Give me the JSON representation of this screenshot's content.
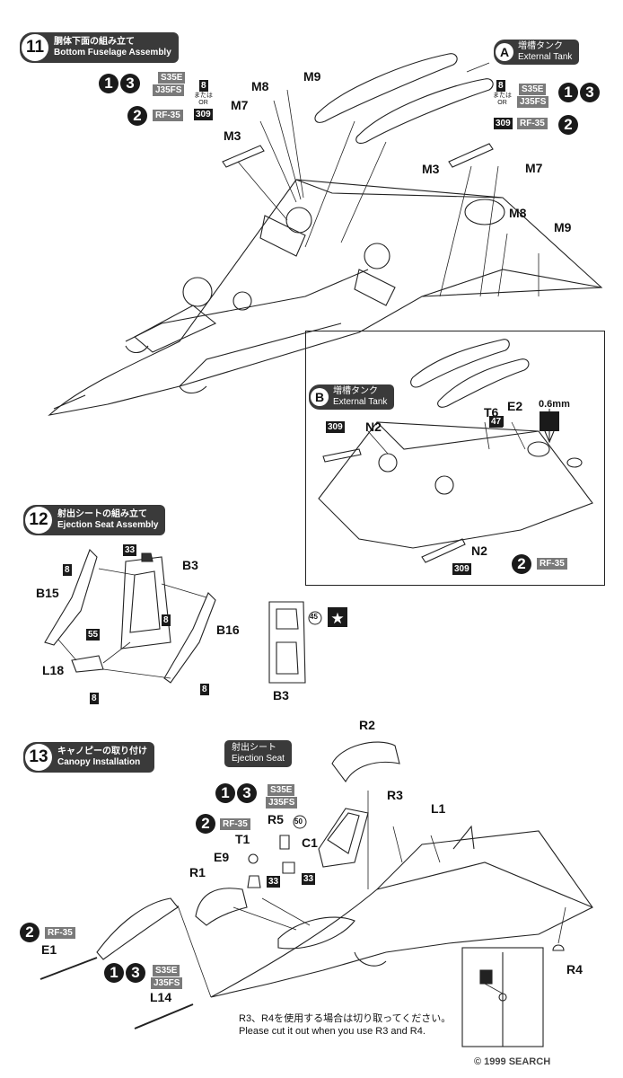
{
  "step11": {
    "num": "11",
    "title_jp": "胴体下面の組み立て",
    "title_en": "Bottom Fuselage Assembly",
    "variant_13_a": "1",
    "variant_13_b": "3",
    "tag_s35e": "S35E",
    "tag_j35fs": "J35FS",
    "variant_2": "2",
    "tag_rf35": "RF-35",
    "part_8": "8",
    "or_jp": "または",
    "or_en": "OR",
    "part_309": "309",
    "labels": {
      "m3": "M3",
      "m7": "M7",
      "m8": "M8",
      "m9": "M9"
    }
  },
  "tankA": {
    "letter": "A",
    "title_jp": "増槽タンク",
    "title_en": "External Tank",
    "part_8": "8",
    "or_jp": "または",
    "or_en": "OR",
    "tag_s35e": "S35E",
    "tag_j35fs": "J35FS",
    "variant_13_a": "1",
    "variant_13_b": "3",
    "part_309": "309",
    "tag_rf35": "RF-35",
    "variant_2": "2",
    "labels": {
      "m3": "M3",
      "m7": "M7",
      "m8": "M8",
      "m9": "M9"
    }
  },
  "tankB": {
    "letter": "B",
    "title_jp": "増槽タンク",
    "title_en": "External Tank",
    "part_309_a": "309",
    "part_309_b": "309",
    "label_n2_a": "N2",
    "label_n2_b": "N2",
    "label_t6": "T6",
    "part_47": "47",
    "label_e2": "E2",
    "drill": "0.6mm",
    "variant_2": "2",
    "tag_rf35": "RF-35"
  },
  "step12": {
    "num": "12",
    "title_jp": "射出シートの組み立て",
    "title_en": "Ejection Seat Assembly",
    "part_33": "33",
    "label_b3": "B3",
    "part_8_a": "8",
    "label_b15": "B15",
    "part_8_b": "8",
    "label_b16": "B16",
    "part_55": "55",
    "label_l18": "L18",
    "part_8_c": "8",
    "part_8_d": "8",
    "part_45": "45",
    "label_b3_b": "B3"
  },
  "step13": {
    "num": "13",
    "title_jp": "キャノピーの取り付け",
    "title_en": "Canopy Installation",
    "seat_jp": "射出シート",
    "seat_en": "Ejection Seat",
    "variant_13_a": "1",
    "variant_13_b": "3",
    "tag_s35e": "S35E",
    "tag_j35fs": "J35FS",
    "variant_2": "2",
    "tag_rf35": "RF-35",
    "labels": {
      "r2": "R2",
      "r3": "R3",
      "l1": "L1",
      "r5": "R5",
      "p50": "50",
      "t1": "T1",
      "c1": "C1",
      "e9": "E9",
      "p33a": "33",
      "p33b": "33",
      "r1": "R1",
      "e1": "E1",
      "l14": "L14",
      "r4": "R4"
    },
    "left_variant_2": "2",
    "left_tag_rf35": "RF-35",
    "left_variant_13_a": "1",
    "left_variant_13_b": "3",
    "left_tag_s35e": "S35E",
    "left_tag_j35fs": "J35FS",
    "note_jp": "R3、R4を使用する場合は切り取ってください。",
    "note_en": "Please cut it out when you use R3 and R4."
  },
  "watermark": "© 1999 SEARCH"
}
